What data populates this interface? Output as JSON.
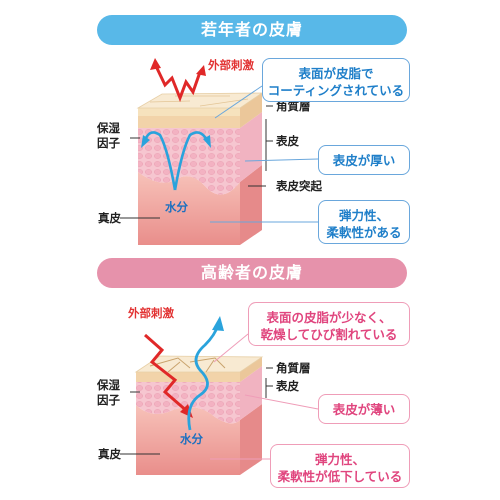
{
  "young": {
    "title": "若年者の皮膚",
    "external_stimulus": "外部刺激",
    "moisture": "水分",
    "moisturizing_factor": [
      "保湿",
      "因子"
    ],
    "dermis": "真皮",
    "stratum_corneum": "角質層",
    "epidermis": "表皮",
    "epidermal_ridge": "表皮突起",
    "callouts": [
      {
        "lines": [
          "表面が皮脂で",
          "コーティングされている"
        ]
      },
      {
        "lines": [
          "表皮が厚い"
        ]
      },
      {
        "lines": [
          "弾力性、",
          "柔軟性がある"
        ]
      }
    ]
  },
  "old": {
    "title": "高齢者の皮膚",
    "external_stimulus": "外部刺激",
    "moisture": "水分",
    "moisturizing_factor": [
      "保湿",
      "因子"
    ],
    "dermis": "真皮",
    "stratum_corneum": "角質層",
    "epidermis": "表皮",
    "callouts": [
      {
        "lines": [
          "表面の皮脂が少なく、",
          "乾燥してひび割れている"
        ]
      },
      {
        "lines": [
          "表皮が薄い"
        ]
      },
      {
        "lines": [
          "弾力性、",
          "柔軟性が低下している"
        ]
      }
    ]
  },
  "colors": {
    "young_banner": "#58b8e8",
    "old_banner": "#e692ab",
    "blue_text": "#1f7fc9",
    "pink_text": "#e0457e",
    "arrow_red": "#e02828",
    "arrow_blue": "#2aa3dc"
  }
}
